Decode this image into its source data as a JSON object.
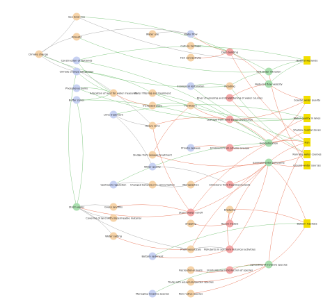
{
  "colors": {
    "pressure": "#f6d3a8",
    "driver": "#c7d1f2",
    "state": "#f4a6a6",
    "process": "#a9dfae",
    "outcome": "#f3df00",
    "edge_positive": "#6fbf6f",
    "edge_negative": "#e86a4a",
    "edge_neutral": "#9e9e9e"
  },
  "nodes": [
    {
      "id": "sea_level_rise",
      "label": "Sea level rise",
      "kind": "pressure"
    },
    {
      "id": "drought",
      "label": "Drought",
      "kind": "pressure"
    },
    {
      "id": "climate_change",
      "label": "Climate change",
      "kind": "pressure"
    },
    {
      "id": "construction_wetlands",
      "label": "Construction of wetlands",
      "kind": "driver"
    },
    {
      "id": "climate_adaptation",
      "label": "Climate change adaptation",
      "kind": "driver"
    },
    {
      "id": "phosphorus_dams",
      "label": "Phosphorus dams",
      "kind": "driver"
    },
    {
      "id": "buffer_zones",
      "label": "Buffer zones",
      "kind": "driver"
    },
    {
      "id": "allocation_land",
      "label": "Allocation of land for water measures",
      "kind": "pressure"
    },
    {
      "id": "lime_treatment",
      "label": "Lime treatment",
      "kind": "driver"
    },
    {
      "id": "water_use",
      "label": "Water use",
      "kind": "pressure"
    },
    {
      "id": "water_flow",
      "label": "Water flow",
      "kind": "driver"
    },
    {
      "id": "culture_heritage",
      "label": "Culture heritage",
      "kind": "pressure"
    },
    {
      "id": "dam_building",
      "label": "Dam building",
      "kind": "state"
    },
    {
      "id": "fish_connectivity",
      "label": "Fish connectivity",
      "kind": "pressure"
    },
    {
      "id": "water_filtering",
      "label": "Water filtering and treatment",
      "kind": "pressure"
    },
    {
      "id": "increased_yield",
      "label": "Increased yield",
      "kind": "pressure"
    },
    {
      "id": "ecological_restoration",
      "label": "Ecological restoration",
      "kind": "driver"
    },
    {
      "id": "flooding",
      "label": "Flooding",
      "kind": "pressure"
    },
    {
      "id": "salt_water_intrusion",
      "label": "Salt water intrusion",
      "kind": "process"
    },
    {
      "id": "reduced_flow_velocity",
      "label": "Reduced flow velocity",
      "kind": "process"
    },
    {
      "id": "river_channeling",
      "label": "River channeling and straightening of water courses",
      "kind": "state"
    },
    {
      "id": "fertilizers",
      "label": "Fertilizers",
      "kind": "pressure"
    },
    {
      "id": "heavy_rains",
      "label": "Heavy rains",
      "kind": "pressure"
    },
    {
      "id": "leakage_land_production",
      "label": "Leakage from land-based production",
      "kind": "state"
    },
    {
      "id": "sludge",
      "label": "Sludge from sewage treatment",
      "kind": "pressure"
    },
    {
      "id": "private_sewage",
      "label": "Private sewage",
      "kind": "driver"
    },
    {
      "id": "emissions_private_sewage",
      "label": "Emissions from private sewage",
      "kind": "state"
    },
    {
      "id": "eutrophication",
      "label": "Eutrophication",
      "kind": "process"
    },
    {
      "id": "water_quality_node",
      "label": "Water quality",
      "kind": "driver"
    },
    {
      "id": "environmental_pollutants",
      "label": "Environmental pollutants",
      "kind": "process"
    },
    {
      "id": "upstream_regulation",
      "label": "Upstream regulation",
      "kind": "driver"
    },
    {
      "id": "changed_behaviour",
      "label": "Changed behaviour in consumption",
      "kind": "pressure"
    },
    {
      "id": "microplastics",
      "label": "Microplastics",
      "kind": "pressure"
    },
    {
      "id": "emissions_treatment_plants",
      "label": "Emissions from treatment plants",
      "kind": "state"
    },
    {
      "id": "storm_water",
      "label": "Storm water",
      "kind": "process"
    },
    {
      "id": "green_landfills",
      "label": "Green landfills",
      "kind": "pressure"
    },
    {
      "id": "storm_water_runoff",
      "label": "Storm water runoff",
      "kind": "state"
    },
    {
      "id": "dredging",
      "label": "Dredging",
      "kind": "pressure"
    },
    {
      "id": "covering_soil",
      "label": "Covering of land with impermeable material",
      "kind": "pressure"
    },
    {
      "id": "shipping",
      "label": "Shipping",
      "kind": "pressure"
    },
    {
      "id": "heavy_metals",
      "label": "Heavy metals",
      "kind": "state"
    },
    {
      "id": "water_salting",
      "label": "Water salting",
      "kind": "pressure"
    },
    {
      "id": "pharmaceuticals",
      "label": "Pharmaceuticals",
      "kind": "pressure"
    },
    {
      "id": "pollutants_historical",
      "label": "Pollutants in soil from historical activities",
      "kind": "state"
    },
    {
      "id": "bottom_sediment",
      "label": "Bottom sediment",
      "kind": "driver"
    },
    {
      "id": "recreational_boats",
      "label": "Recreational boats",
      "kind": "pressure"
    },
    {
      "id": "unintentional_intro",
      "label": "Unintentional introduction of species",
      "kind": "state"
    },
    {
      "id": "spreading_invasive",
      "label": "Spreading of invasive species",
      "kind": "process"
    },
    {
      "id": "trade_aquarium",
      "label": "Trade with aquarium/garden species",
      "kind": "pressure"
    },
    {
      "id": "managing_invasive",
      "label": "Managing invasive species",
      "kind": "driver"
    },
    {
      "id": "non_native_species",
      "label": "Non-native species",
      "kind": "pressure"
    },
    {
      "id": "natural_wetlands",
      "label": "Natural wetlands",
      "kind": "outcome"
    },
    {
      "id": "coastal_water_quality",
      "label": "Coastal water quality",
      "kind": "outcome"
    },
    {
      "id": "water_quality_lakes",
      "label": "Water quality in lakes",
      "kind": "outcome"
    },
    {
      "id": "shallow_coastal_zones",
      "label": "Shallow coastal zones",
      "kind": "outcome"
    },
    {
      "id": "fish",
      "label": "Fish",
      "kind": "outcome"
    },
    {
      "id": "running_water_courses",
      "label": "Running water courses",
      "kind": "outcome"
    },
    {
      "id": "ground_water_sources",
      "label": "Ground water sources",
      "kind": "outcome"
    },
    {
      "id": "bottom_habitats",
      "label": "Bottom habitats",
      "kind": "outcome"
    }
  ],
  "edges": [
    [
      "climate_change",
      "sea_level_rise",
      "neutral"
    ],
    [
      "climate_change",
      "drought",
      "neutral"
    ],
    [
      "climate_change",
      "climate_adaptation",
      "neutral"
    ],
    [
      "climate_change",
      "heavy_rains",
      "neutral"
    ],
    [
      "climate_change",
      "flooding",
      "positive"
    ],
    [
      "sea_level_rise",
      "salt_water_intrusion",
      "positive"
    ],
    [
      "sea_level_rise",
      "natural_wetlands",
      "neutral"
    ],
    [
      "drought",
      "water_flow",
      "neutral"
    ],
    [
      "drought",
      "salt_water_intrusion",
      "positive"
    ],
    [
      "construction_wetlands",
      "natural_wetlands",
      "positive"
    ],
    [
      "construction_wetlands",
      "allocation_land",
      "positive"
    ],
    [
      "climate_adaptation",
      "water_filtering",
      "positive"
    ],
    [
      "climate_adaptation",
      "allocation_land",
      "positive"
    ],
    [
      "phosphorus_dams",
      "allocation_land",
      "positive"
    ],
    [
      "buffer_zones",
      "allocation_land",
      "positive"
    ],
    [
      "buffer_zones",
      "eutrophication",
      "positive"
    ],
    [
      "allocation_land",
      "increased_yield",
      "negative"
    ],
    [
      "water_filtering",
      "eutrophication",
      "positive"
    ],
    [
      "water_filtering",
      "water_quality_lakes",
      "positive"
    ],
    [
      "lime_treatment",
      "water_quality_lakes",
      "positive"
    ],
    [
      "lime_treatment",
      "heavy_rains",
      "neutral"
    ],
    [
      "water_use",
      "water_flow",
      "neutral"
    ],
    [
      "water_flow",
      "dam_building",
      "negative"
    ],
    [
      "culture_heritage",
      "dam_building",
      "positive"
    ],
    [
      "fish_connectivity",
      "dam_building",
      "negative"
    ],
    [
      "dam_building",
      "reduced_flow_velocity",
      "negative"
    ],
    [
      "dam_building",
      "fish",
      "negative"
    ],
    [
      "increased_yield",
      "fertilizers",
      "positive"
    ],
    [
      "fertilizers",
      "leakage_land_production",
      "negative"
    ],
    [
      "ecological_restoration",
      "flooding",
      "positive"
    ],
    [
      "ecological_restoration",
      "fish",
      "positive"
    ],
    [
      "flooding",
      "salt_water_intrusion",
      "positive"
    ],
    [
      "flooding",
      "running_water_courses",
      "positive"
    ],
    [
      "river_channeling",
      "reduced_flow_velocity",
      "negative"
    ],
    [
      "river_channeling",
      "running_water_courses",
      "negative"
    ],
    [
      "heavy_rains",
      "leakage_land_production",
      "negative"
    ],
    [
      "heavy_rains",
      "storm_water_runoff",
      "negative"
    ],
    [
      "leakage_land_production",
      "eutrophication",
      "negative"
    ],
    [
      "leakage_land_production",
      "coastal_water_quality",
      "negative"
    ],
    [
      "sludge",
      "fertilizers",
      "negative"
    ],
    [
      "sludge",
      "environmental_pollutants",
      "negative"
    ],
    [
      "private_sewage",
      "emissions_private_sewage",
      "negative"
    ],
    [
      "emissions_private_sewage",
      "eutrophication",
      "negative"
    ],
    [
      "eutrophication",
      "water_quality_lakes",
      "negative"
    ],
    [
      "eutrophication",
      "shallow_coastal_zones",
      "negative"
    ],
    [
      "eutrophication",
      "fish",
      "negative"
    ],
    [
      "eutrophication",
      "coastal_water_quality",
      "negative"
    ],
    [
      "water_quality_node",
      "emissions_treatment_plants",
      "neutral"
    ],
    [
      "water_quality_node",
      "lime_treatment",
      "neutral"
    ],
    [
      "upstream_regulation",
      "changed_behaviour",
      "neutral"
    ],
    [
      "changed_behaviour",
      "microplastics",
      "neutral"
    ],
    [
      "microplastics",
      "environmental_pollutants",
      "negative"
    ],
    [
      "emissions_treatment_plants",
      "environmental_pollutants",
      "negative"
    ],
    [
      "environmental_pollutants",
      "fish",
      "negative"
    ],
    [
      "environmental_pollutants",
      "ground_water_sources",
      "negative"
    ],
    [
      "environmental_pollutants",
      "bottom_habitats",
      "negative"
    ],
    [
      "environmental_pollutants",
      "running_water_courses",
      "negative"
    ],
    [
      "storm_water",
      "green_landfills",
      "neutral"
    ],
    [
      "storm_water",
      "covering_soil",
      "neutral"
    ],
    [
      "storm_water",
      "water_salting",
      "neutral"
    ],
    [
      "storm_water",
      "storm_water_runoff",
      "negative"
    ],
    [
      "storm_water",
      "climate_adaptation",
      "positive"
    ],
    [
      "storm_water",
      "buffer_zones",
      "positive"
    ],
    [
      "green_landfills",
      "storm_water_runoff",
      "negative"
    ],
    [
      "storm_water_runoff",
      "environmental_pollutants",
      "negative"
    ],
    [
      "storm_water_runoff",
      "eutrophication",
      "negative"
    ],
    [
      "dredging",
      "heavy_metals",
      "negative"
    ],
    [
      "dredging",
      "bottom_habitats",
      "negative"
    ],
    [
      "shipping",
      "heavy_metals",
      "negative"
    ],
    [
      "heavy_metals",
      "environmental_pollutants",
      "negative"
    ],
    [
      "water_salting",
      "pharmaceuticals",
      "negative"
    ],
    [
      "pharmaceuticals",
      "pollutants_historical",
      "neutral"
    ],
    [
      "pollutants_historical",
      "environmental_pollutants",
      "negative"
    ],
    [
      "pollutants_historical",
      "dredging",
      "negative"
    ],
    [
      "bottom_sediment",
      "pollutants_historical",
      "negative"
    ],
    [
      "bottom_sediment",
      "bottom_habitats",
      "positive"
    ],
    [
      "recreational_boats",
      "unintentional_intro",
      "negative"
    ],
    [
      "unintentional_intro",
      "spreading_invasive",
      "negative"
    ],
    [
      "spreading_invasive",
      "bottom_habitats",
      "negative"
    ],
    [
      "spreading_invasive",
      "fish",
      "negative"
    ],
    [
      "trade_aquarium",
      "spreading_invasive",
      "negative"
    ],
    [
      "managing_invasive",
      "spreading_invasive",
      "positive"
    ],
    [
      "non_native_species",
      "spreading_invasive",
      "negative"
    ],
    [
      "reduced_flow_velocity",
      "natural_wetlands",
      "positive"
    ],
    [
      "reduced_flow_velocity",
      "coastal_water_quality",
      "negative"
    ],
    [
      "salt_water_intrusion",
      "natural_wetlands",
      "positive"
    ],
    [
      "salt_water_intrusion",
      "ground_water_sources",
      "negative"
    ],
    [
      "construction_wetlands",
      "eutrophication",
      "positive"
    ],
    [
      "phosphorus_dams",
      "water_quality_lakes",
      "positive"
    ],
    [
      "upstream_regulation",
      "eutrophication",
      "positive"
    ],
    [
      "storm_water",
      "pharmaceuticals",
      "neutral"
    ],
    [
      "pharmaceuticals",
      "environmental_pollutants",
      "negative"
    ]
  ]
}
